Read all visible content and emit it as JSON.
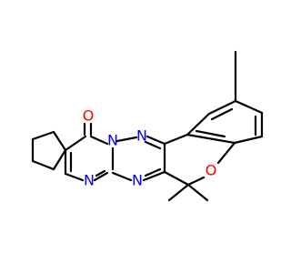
{
  "molecule": {
    "atoms": {
      "carbonyl_oxygen": {
        "label": "O",
        "color": "#ff0000"
      },
      "n_imine_top": {
        "label": "N",
        "color": "#0000ff"
      },
      "n_bridge": {
        "label": "N",
        "color": "#0000ff"
      },
      "n_pyrimidine": {
        "label": "N",
        "color": "#0000ff"
      },
      "n_triazine_bottom": {
        "label": "N",
        "color": "#0000ff"
      },
      "ring_oxygen": {
        "label": "O",
        "color": "#ff0000"
      }
    },
    "bond_color": "#000000"
  }
}
